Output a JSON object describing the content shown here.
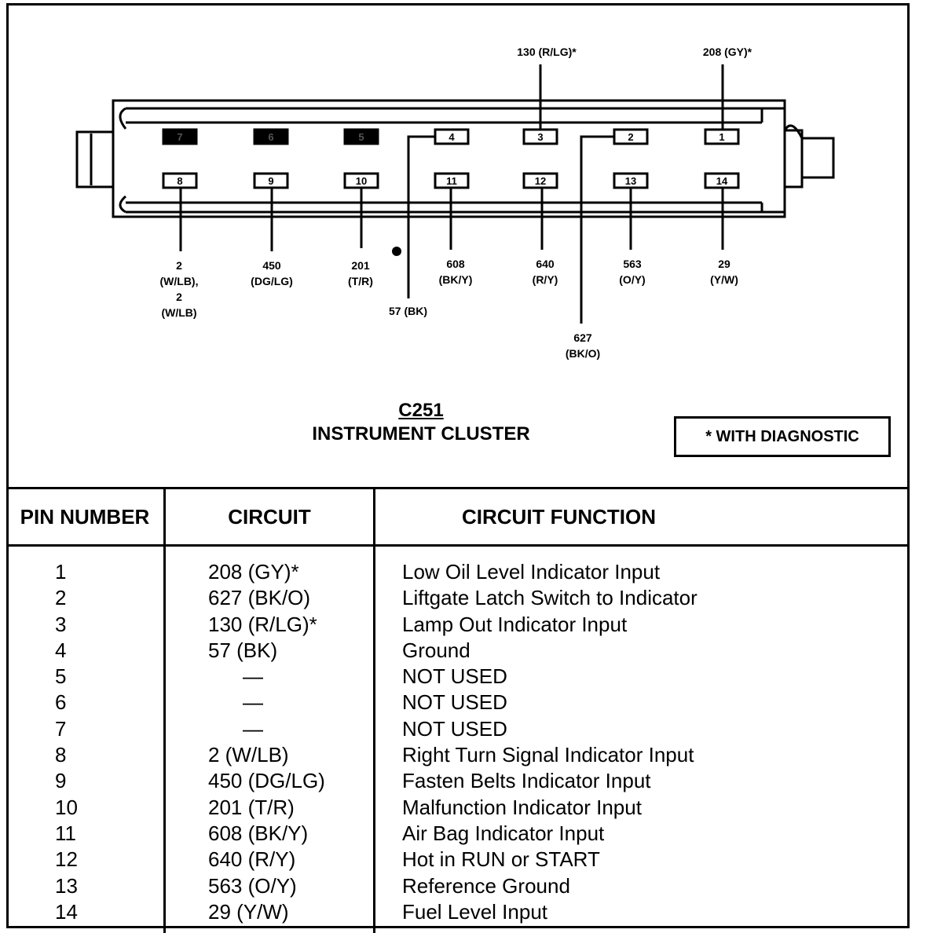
{
  "diagram": {
    "connector_code": "C251",
    "connector_name": "INSTRUMENT CLUSTER",
    "legend": "*  WITH DIAGNOSTIC",
    "top_pins": [
      "7",
      "6",
      "5",
      "4",
      "3",
      "2",
      "1"
    ],
    "bottom_pins": [
      "8",
      "9",
      "10",
      "11",
      "12",
      "13",
      "14"
    ],
    "wire_labels": {
      "pin3": "130   (R/LG)*",
      "pin1": "208   (GY)*",
      "pin8_l1": "2",
      "pin8_l2": "(W/LB),",
      "pin8_l3": "2",
      "pin8_l4": "(W/LB)",
      "pin9_l1": "450",
      "pin9_l2": "(DG/LG)",
      "pin10_l1": "201",
      "pin10_l2": "(T/R)",
      "pin11_l1": "608",
      "pin11_l2": "(BK/Y)",
      "pin12_l1": "640",
      "pin12_l2": "(R/Y)",
      "pin13_l1": "563",
      "pin13_l2": "(O/Y)",
      "pin14_l1": "29",
      "pin14_l2": "(Y/W)",
      "pin4": "57   (BK)",
      "pin2_l1": "627",
      "pin2_l2": "(BK/O)"
    }
  },
  "table": {
    "headers": [
      "PIN NUMBER",
      "CIRCUIT",
      "CIRCUIT FUNCTION"
    ],
    "rows": [
      {
        "pin": "1",
        "circuit": "208 (GY)*",
        "function": "Low Oil Level Indicator Input"
      },
      {
        "pin": "2",
        "circuit": "627 (BK/O)",
        "function": "Liftgate Latch Switch to Indicator"
      },
      {
        "pin": "3",
        "circuit": "130 (R/LG)*",
        "function": "Lamp Out Indicator Input"
      },
      {
        "pin": "4",
        "circuit": "57 (BK)",
        "function": "Ground"
      },
      {
        "pin": "5",
        "circuit": "—",
        "function": "NOT USED"
      },
      {
        "pin": "6",
        "circuit": "—",
        "function": "NOT USED"
      },
      {
        "pin": "7",
        "circuit": "—",
        "function": "NOT USED"
      },
      {
        "pin": "8",
        "circuit": "2 (W/LB)",
        "function": "Right Turn Signal Indicator Input"
      },
      {
        "pin": "9",
        "circuit": "450 (DG/LG)",
        "function": "Fasten Belts Indicator Input"
      },
      {
        "pin": "10",
        "circuit": "201 (T/R)",
        "function": "Malfunction Indicator Input"
      },
      {
        "pin": "11",
        "circuit": "608 (BK/Y)",
        "function": "Air Bag Indicator Input"
      },
      {
        "pin": "12",
        "circuit": "640 (R/Y)",
        "function": "Hot in RUN or START"
      },
      {
        "pin": "13",
        "circuit": "563 (O/Y)",
        "function": "Reference Ground"
      },
      {
        "pin": "14",
        "circuit": "29 (Y/W)",
        "function": "Fuel Level Input"
      }
    ]
  }
}
